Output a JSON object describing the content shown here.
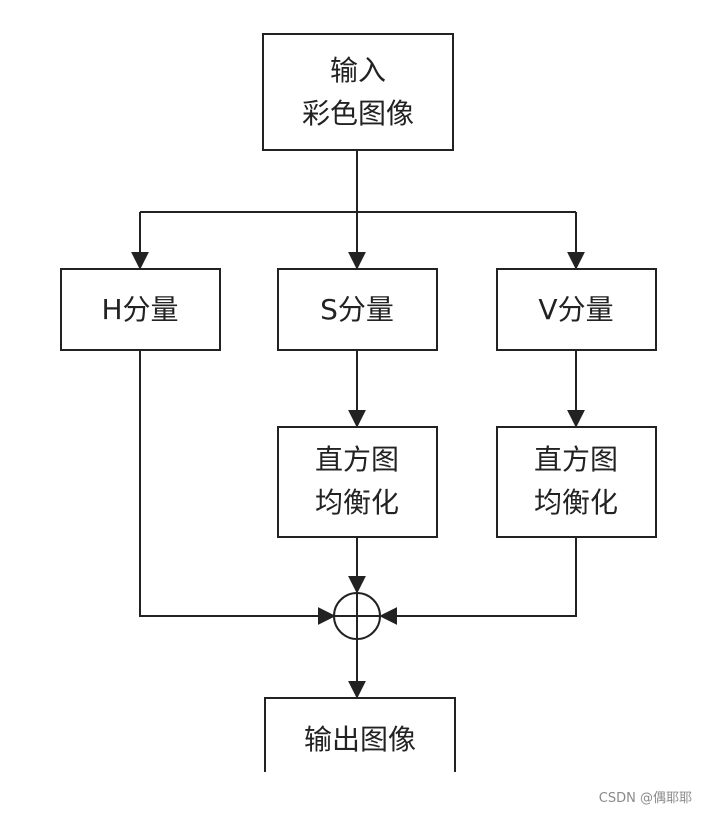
{
  "nodes": {
    "input": {
      "line1": "输入",
      "line2": "彩色图像"
    },
    "h": {
      "text": "H分量"
    },
    "s": {
      "text": "S分量"
    },
    "v": {
      "text": "V分量"
    },
    "eq_s": {
      "line1": "直方图",
      "line2": "均衡化"
    },
    "eq_v": {
      "line1": "直方图",
      "line2": "均衡化"
    },
    "output": {
      "text": "输出图像"
    }
  },
  "watermark": "CSDN @偶耶耶"
}
